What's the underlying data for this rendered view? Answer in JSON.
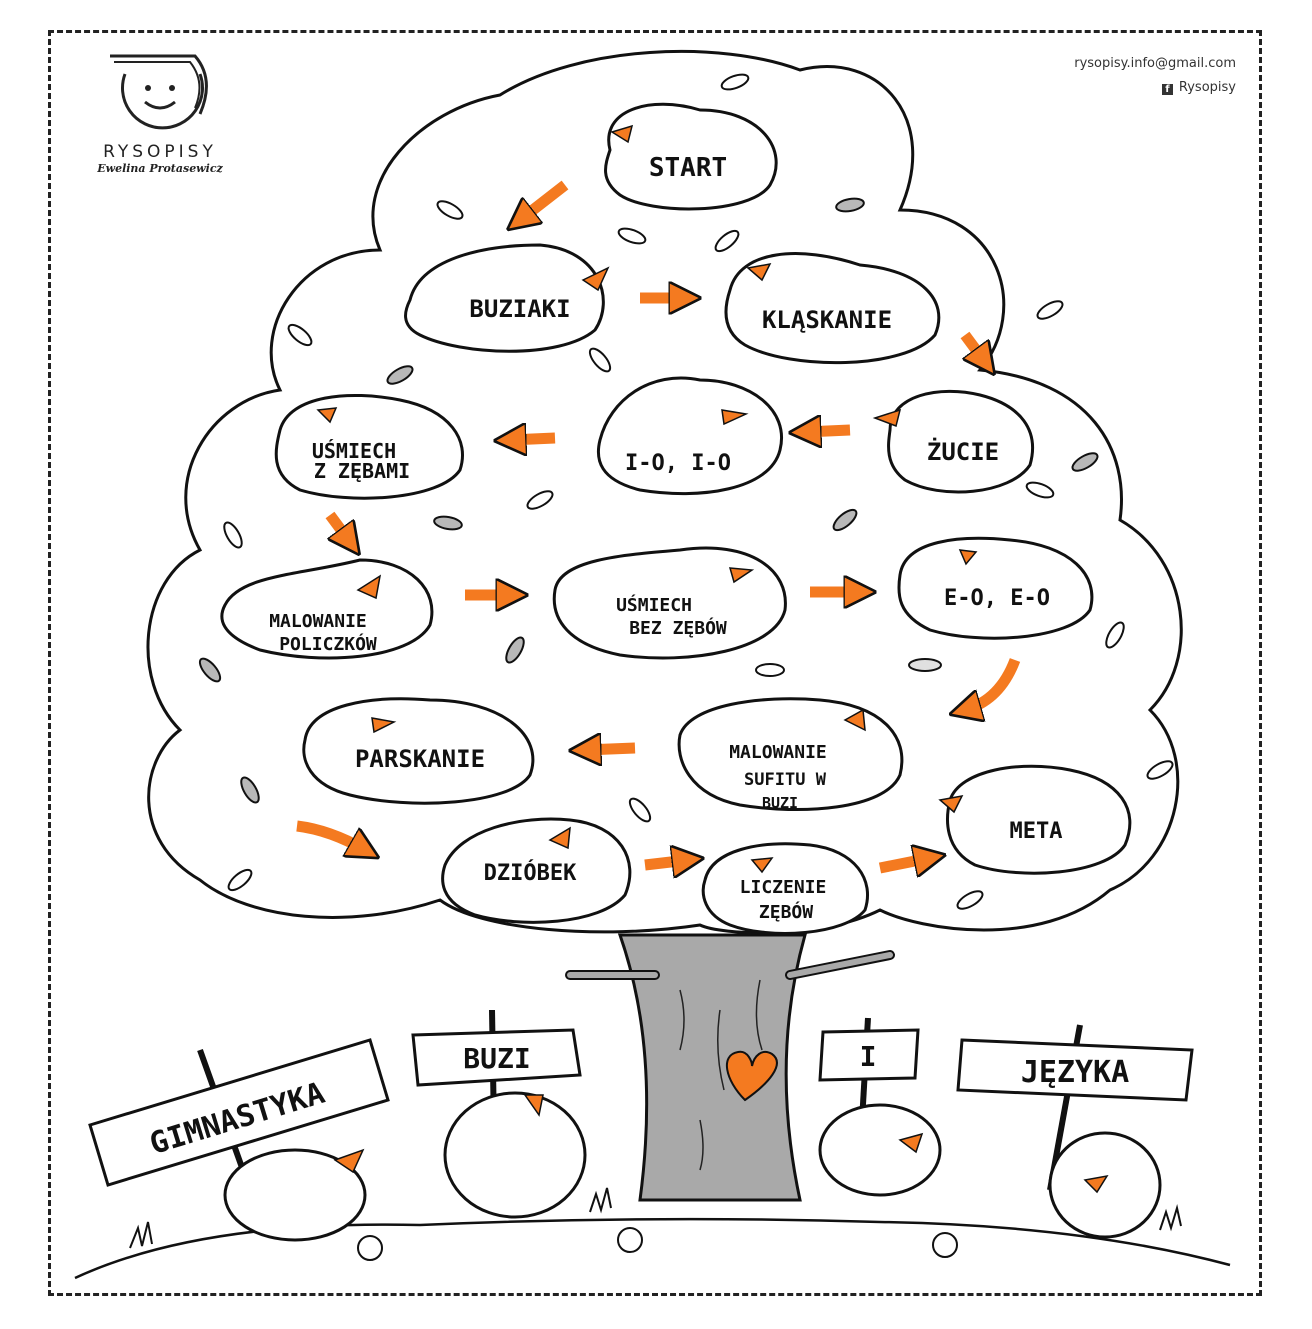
{
  "brand": {
    "name": "RYSOPISY",
    "author": "Ewelina Protasewicz",
    "email": "rysopisy.info@gmail.com",
    "facebook": "Rysopisy",
    "facebook_icon": "facebook-icon"
  },
  "colors": {
    "accent": "#f47a20",
    "leaf_gray": "#b8b8b8",
    "trunk": "#a9a9a9",
    "ink": "#111111"
  },
  "steps": {
    "start": "START",
    "buziaki": "BUZIAKI",
    "klaskanie": "KLĄSKANIE",
    "zucie": "ŻUCIE",
    "io": "I-O, I-O",
    "usmiech_zebami_1": "UŚMIECH",
    "usmiech_zebami_2": "Z ZĘBAMI",
    "malowanie_policzkow_1": "MALOWANIE",
    "malowanie_policzkow_2": "POLICZKÓW",
    "usmiech_bez_1": "UŚMIECH",
    "usmiech_bez_2": "BEZ ZĘBÓW",
    "eo": "E-O, E-O",
    "parskanie": "PARSKANIE",
    "malowanie_sufitu_1": "MALOWANIE",
    "malowanie_sufitu_2": "SUFITU W",
    "malowanie_sufitu_3": "BUZI",
    "meta": "META",
    "dziobek": "DZIÓBEK",
    "liczenie_1": "LICZENIE",
    "liczenie_2": "ZĘBÓW"
  },
  "signs": {
    "gimnastyka": "GIMNASTYKA",
    "buzi": "BUZI",
    "i": "I",
    "jezyka": "JĘZYKA"
  }
}
